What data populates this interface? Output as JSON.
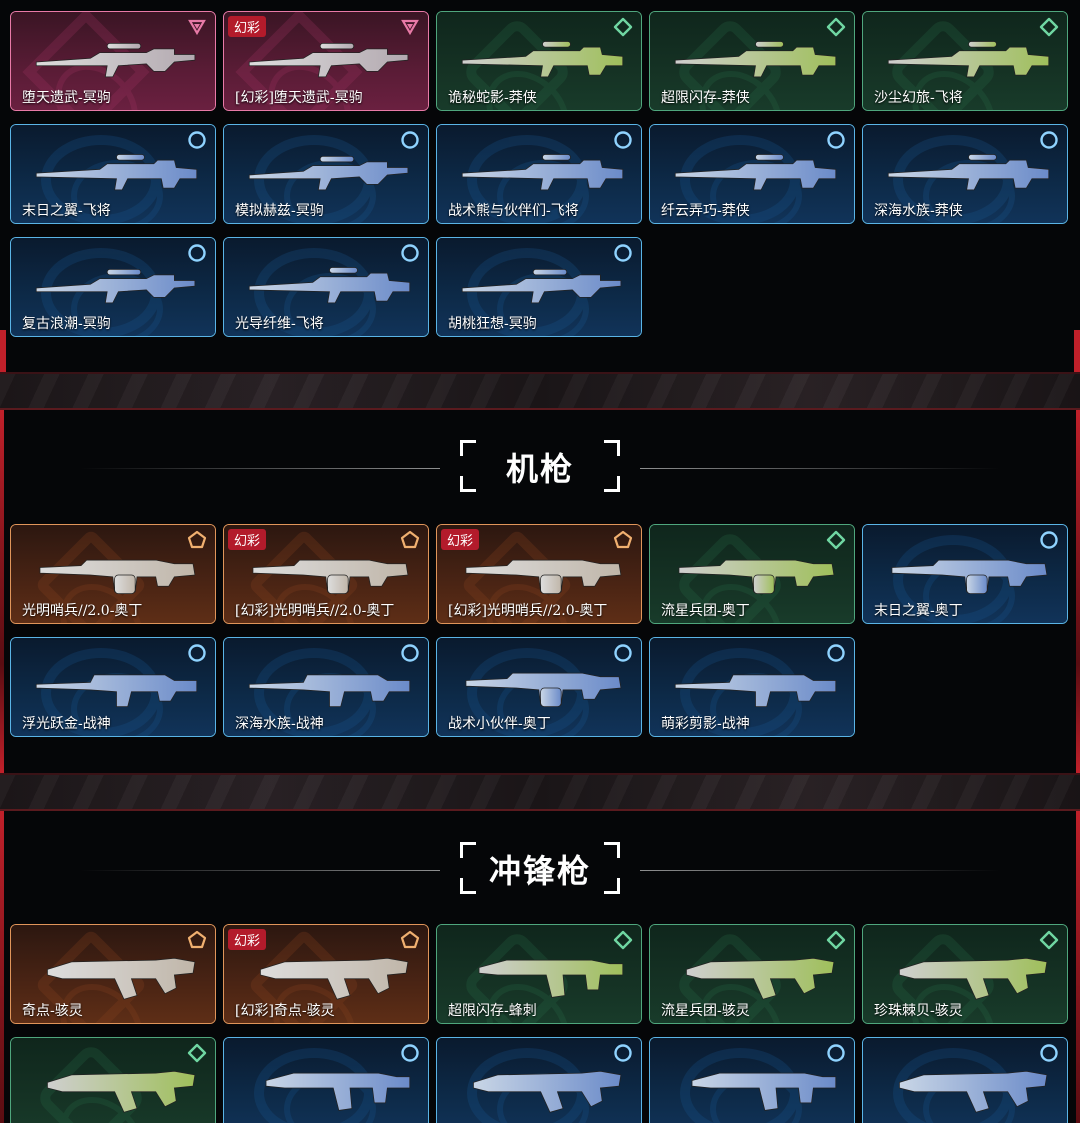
{
  "colors": {
    "card_purple": "#e87aa7",
    "card_green": "#4fa67d",
    "card_blue": "#5ab4e6",
    "card_orange": "#e0955a",
    "tag_red": "#b31b2b",
    "frame_red": "#c0202a"
  },
  "sections": [
    {
      "title": "",
      "items": [
        {
          "name": "堕天遗武-冥驹",
          "rarity": "purple",
          "tag": "",
          "icon": "triangle-down-icon",
          "gun": "sniper"
        },
        {
          "name": "[幻彩]堕天遗武-冥驹",
          "rarity": "purple",
          "tag": "幻彩",
          "icon": "triangle-down-icon",
          "gun": "sniper"
        },
        {
          "name": "诡秘蛇影-莽侠",
          "rarity": "green",
          "tag": "",
          "icon": "diamond-icon",
          "gun": "rifle"
        },
        {
          "name": "超限闪存-莽侠",
          "rarity": "green",
          "tag": "",
          "icon": "diamond-icon",
          "gun": "rifle"
        },
        {
          "name": "沙尘幻旅-飞将",
          "rarity": "green",
          "tag": "",
          "icon": "diamond-icon",
          "gun": "rifle"
        },
        {
          "name": "末日之翼-飞将",
          "rarity": "blue",
          "tag": "",
          "icon": "circle-icon",
          "gun": "rifle"
        },
        {
          "name": "模拟赫兹-冥驹",
          "rarity": "blue",
          "tag": "",
          "icon": "circle-icon",
          "gun": "sniper"
        },
        {
          "name": "战术熊与伙伴们-飞将",
          "rarity": "blue",
          "tag": "",
          "icon": "circle-icon",
          "gun": "rifle"
        },
        {
          "name": "纤云弄巧-莽侠",
          "rarity": "blue",
          "tag": "",
          "icon": "circle-icon",
          "gun": "rifle"
        },
        {
          "name": "深海水族-莽侠",
          "rarity": "blue",
          "tag": "",
          "icon": "circle-icon",
          "gun": "rifle"
        },
        {
          "name": "复古浪潮-冥驹",
          "rarity": "blue",
          "tag": "",
          "icon": "circle-icon",
          "gun": "sniper"
        },
        {
          "name": "光导纤维-飞将",
          "rarity": "blue",
          "tag": "",
          "icon": "circle-icon",
          "gun": "rifle"
        },
        {
          "name": "胡桃狂想-冥驹",
          "rarity": "blue",
          "tag": "",
          "icon": "circle-icon",
          "gun": "sniper"
        }
      ]
    },
    {
      "title": "机枪",
      "items": [
        {
          "name": "光明哨兵//2.0-奥丁",
          "rarity": "orange",
          "tag": "",
          "icon": "pentagon-icon",
          "gun": "mg"
        },
        {
          "name": "[幻彩]光明哨兵//2.0-奥丁",
          "rarity": "orange",
          "tag": "幻彩",
          "icon": "pentagon-icon",
          "gun": "mg"
        },
        {
          "name": "[幻彩]光明哨兵//2.0-奥丁",
          "rarity": "orange",
          "tag": "幻彩",
          "icon": "pentagon-icon",
          "gun": "mg"
        },
        {
          "name": "流星兵团-奥丁",
          "rarity": "green",
          "tag": "",
          "icon": "diamond-icon",
          "gun": "mg"
        },
        {
          "name": "末日之翼-奥丁",
          "rarity": "blue",
          "tag": "",
          "icon": "circle-icon",
          "gun": "mg"
        },
        {
          "name": "浮光跃金-战神",
          "rarity": "blue",
          "tag": "",
          "icon": "circle-icon",
          "gun": "lmg"
        },
        {
          "name": "深海水族-战神",
          "rarity": "blue",
          "tag": "",
          "icon": "circle-icon",
          "gun": "lmg"
        },
        {
          "name": "战术小伙伴-奥丁",
          "rarity": "blue",
          "tag": "",
          "icon": "circle-icon",
          "gun": "mg"
        },
        {
          "name": "萌彩剪影-战神",
          "rarity": "blue",
          "tag": "",
          "icon": "circle-icon",
          "gun": "lmg"
        }
      ]
    },
    {
      "title": "冲锋枪",
      "items": [
        {
          "name": "奇点-骇灵",
          "rarity": "orange",
          "tag": "",
          "icon": "pentagon-icon",
          "gun": "smg"
        },
        {
          "name": "[幻彩]奇点-骇灵",
          "rarity": "orange",
          "tag": "幻彩",
          "icon": "pentagon-icon",
          "gun": "smg"
        },
        {
          "name": "超限闪存-蜂刺",
          "rarity": "green",
          "tag": "",
          "icon": "diamond-icon",
          "gun": "smg2"
        },
        {
          "name": "流星兵团-骇灵",
          "rarity": "green",
          "tag": "",
          "icon": "diamond-icon",
          "gun": "smg"
        },
        {
          "name": "珍珠棘贝-骇灵",
          "rarity": "green",
          "tag": "",
          "icon": "diamond-icon",
          "gun": "smg"
        },
        {
          "name": "",
          "rarity": "green",
          "tag": "",
          "icon": "diamond-icon",
          "gun": "smg"
        },
        {
          "name": "",
          "rarity": "blue",
          "tag": "",
          "icon": "circle-icon",
          "gun": "smg2"
        },
        {
          "name": "",
          "rarity": "blue",
          "tag": "",
          "icon": "circle-icon",
          "gun": "smg"
        },
        {
          "name": "",
          "rarity": "blue",
          "tag": "",
          "icon": "circle-icon",
          "gun": "smg2"
        },
        {
          "name": "",
          "rarity": "blue",
          "tag": "",
          "icon": "circle-icon",
          "gun": "smg"
        }
      ]
    }
  ]
}
